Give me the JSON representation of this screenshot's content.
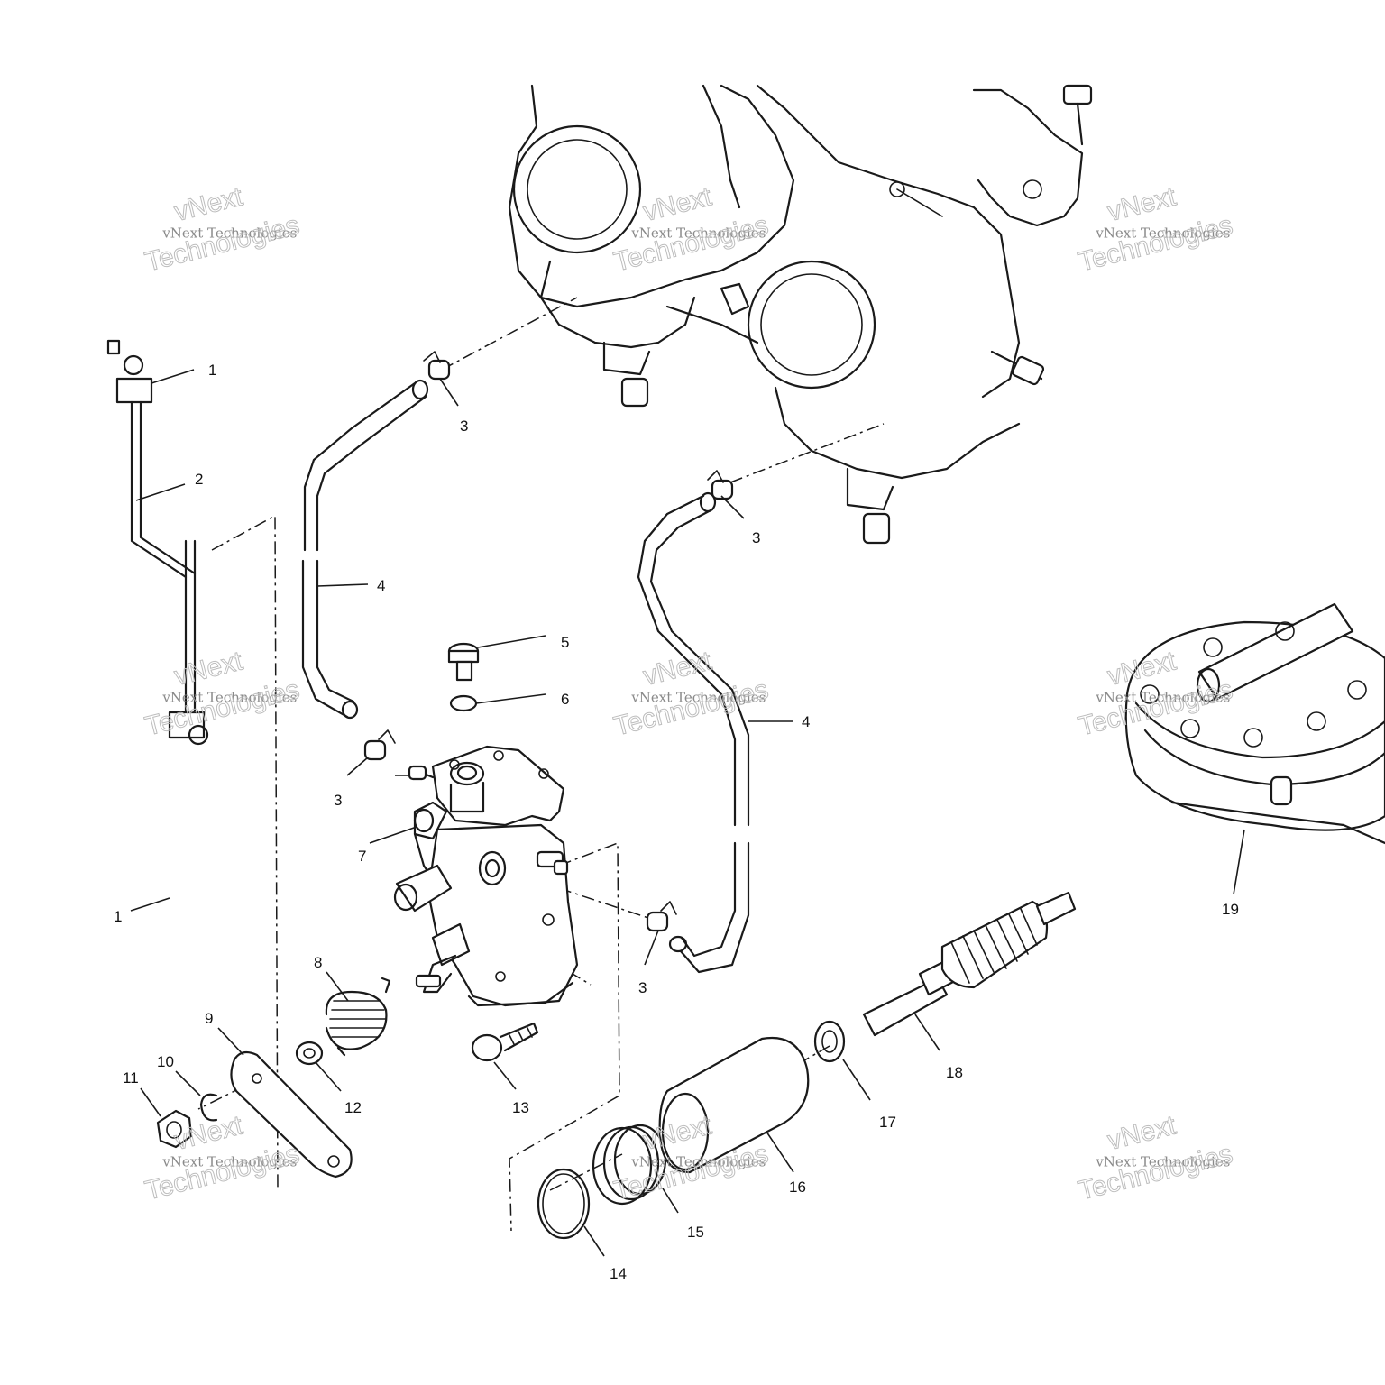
{
  "callouts": [
    {
      "id": "c1a",
      "text": "1"
    },
    {
      "id": "c1b",
      "text": "1"
    },
    {
      "id": "c2",
      "text": "2"
    },
    {
      "id": "c3a",
      "text": "3"
    },
    {
      "id": "c3b",
      "text": "3"
    },
    {
      "id": "c3c",
      "text": "3"
    },
    {
      "id": "c3d",
      "text": "3"
    },
    {
      "id": "c4a",
      "text": "4"
    },
    {
      "id": "c4b",
      "text": "4"
    },
    {
      "id": "c5",
      "text": "5"
    },
    {
      "id": "c6",
      "text": "6"
    },
    {
      "id": "c7",
      "text": "7"
    },
    {
      "id": "c8",
      "text": "8"
    },
    {
      "id": "c9",
      "text": "9"
    },
    {
      "id": "c10",
      "text": "10"
    },
    {
      "id": "c11",
      "text": "11"
    },
    {
      "id": "c12",
      "text": "12"
    },
    {
      "id": "c13",
      "text": "13"
    },
    {
      "id": "c14",
      "text": "14"
    },
    {
      "id": "c15",
      "text": "15"
    },
    {
      "id": "c16",
      "text": "16"
    },
    {
      "id": "c17",
      "text": "17"
    },
    {
      "id": "c18",
      "text": "18"
    },
    {
      "id": "c19",
      "text": "19"
    }
  ],
  "watermark": {
    "line_small": "vNext Technologies",
    "line_top": "vNext",
    "line_big": "Technologies"
  }
}
